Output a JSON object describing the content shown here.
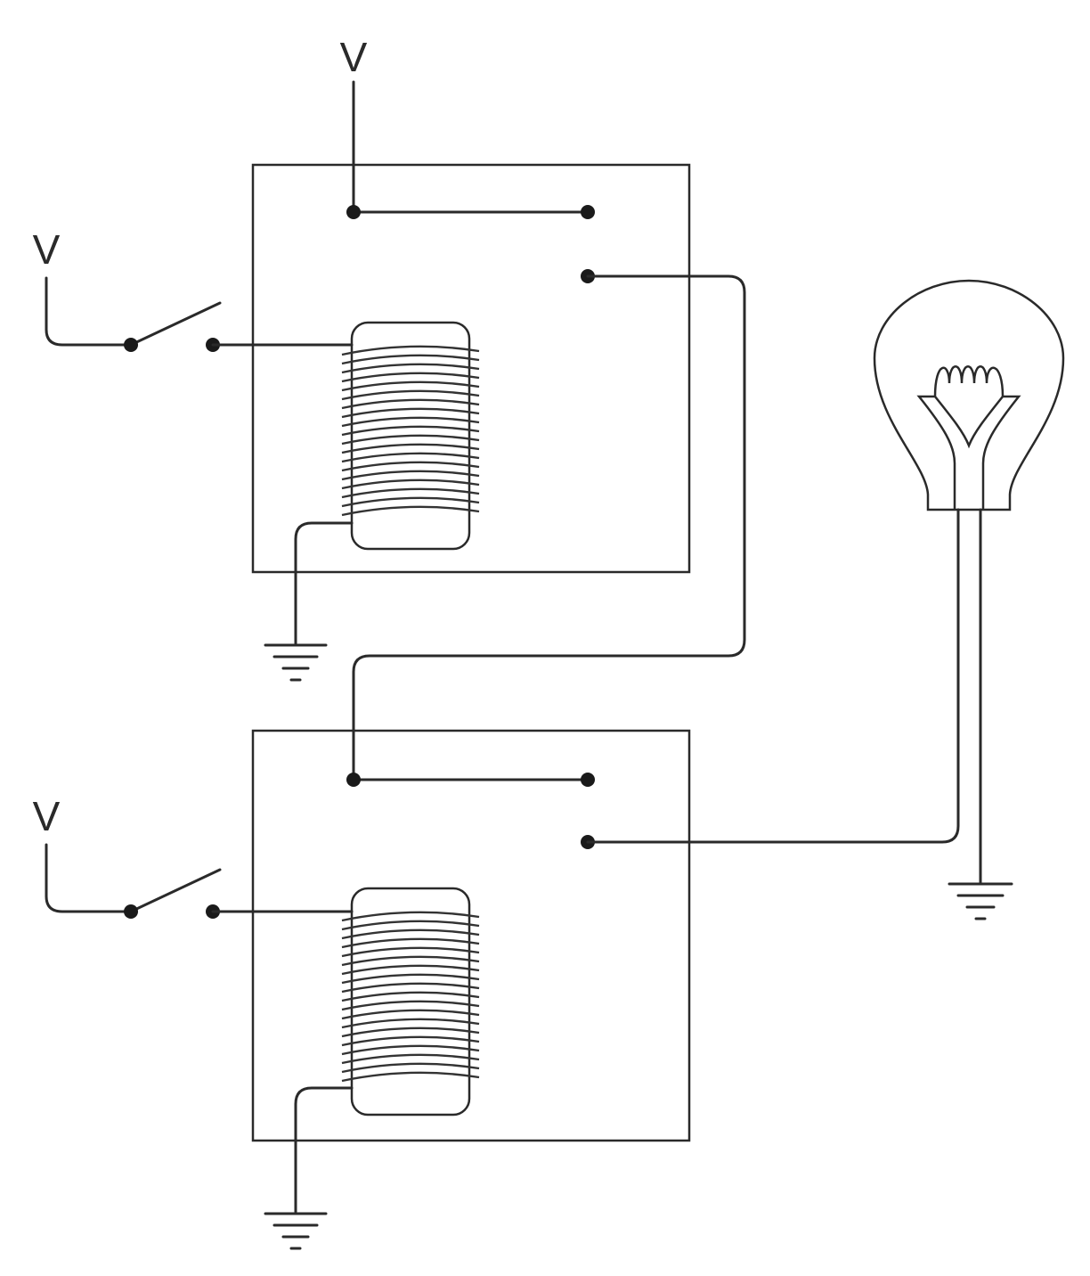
{
  "diagram": {
    "labels": {
      "v_top": "V",
      "v_switch_1": "V",
      "v_switch_2": "V"
    },
    "colors": {
      "line": "#2a2a2a",
      "background": "#ffffff"
    }
  }
}
